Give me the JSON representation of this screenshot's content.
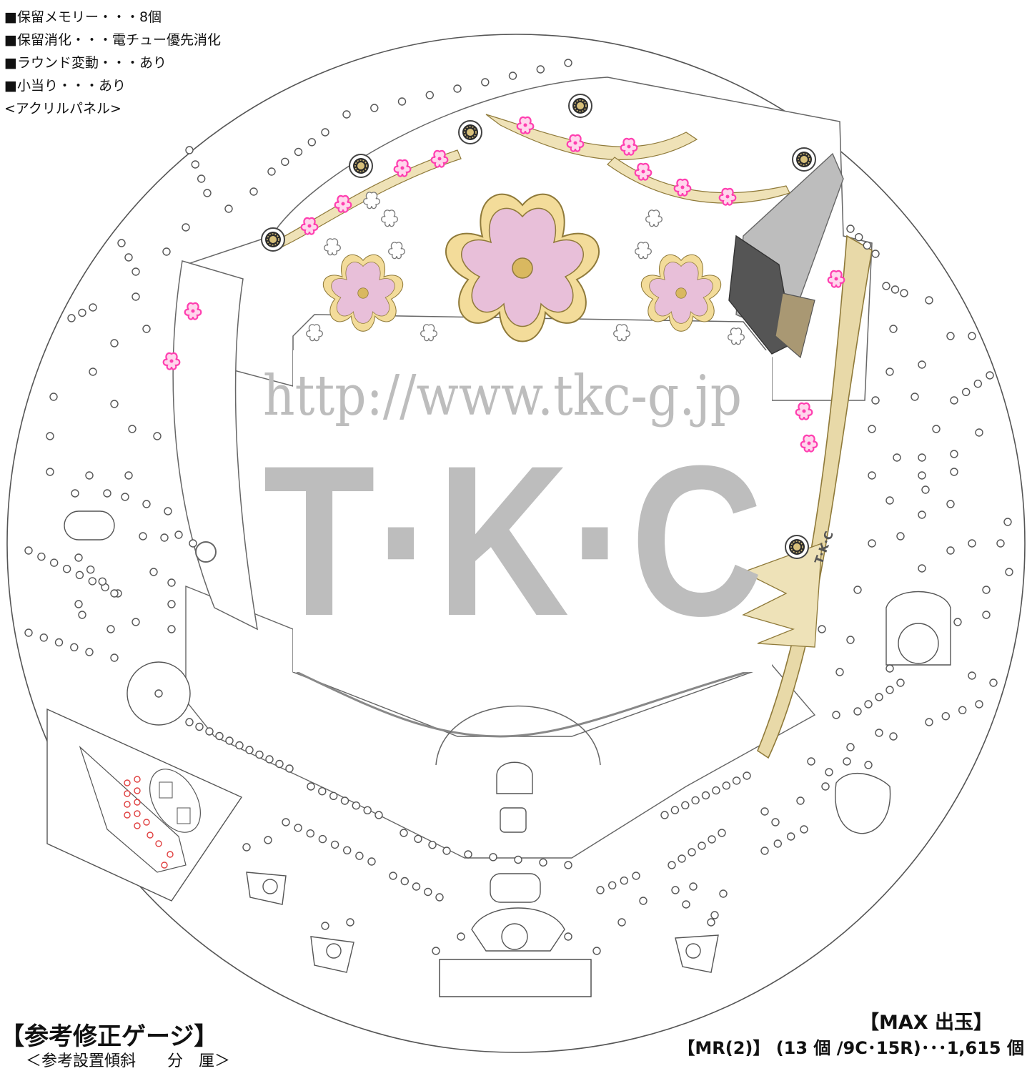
{
  "specs": [
    "■保留メモリー・・・8個",
    "■保留消化・・・電チュー優先消化",
    "■ラウンド変動・・・あり",
    "■小当り・・・あり",
    "<アクリルパネル>"
  ],
  "watermark": {
    "url": "http://www.tkc-g.jp",
    "big_text": "T·K·C",
    "small_stamp": "T·K·C"
  },
  "footer_left": {
    "title": "【参考修正ゲージ】",
    "subtitle": "＜参考設置傾斜　　分　厘＞"
  },
  "footer_right": {
    "title": "【MAX 出玉】",
    "subtitle": "【MR(2)】 (13 個 /9C･15R)･･･1,615 個"
  },
  "colors": {
    "sakura_pink": "#e8bfd9",
    "sakura_gold": "#f0d890",
    "blossom_magenta": "#ff3fb0",
    "branch_tan": "#e8dcb0",
    "watermark_gray": "#bdbdbd",
    "dark_wing": "#555555",
    "nail_red": "#e04040"
  },
  "icons": [
    "sakura-crest-icon",
    "gear-emblem-icon",
    "cherry-blossom-icon",
    "pin-nail-icon"
  ]
}
